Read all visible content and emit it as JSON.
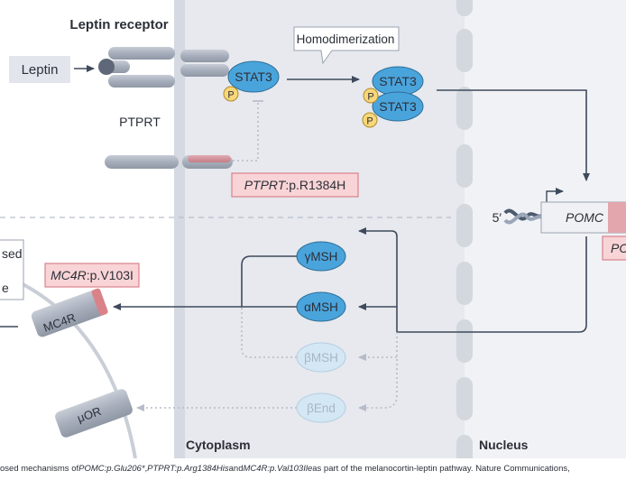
{
  "labels": {
    "leptin": "Leptin",
    "leptin_receptor": "Leptin receptor",
    "stat3": "STAT3",
    "phospho": "P",
    "homodimerization": "Homodimerization",
    "ptprt": "PTPRT",
    "ptprt_variant_gene": "PTPRT",
    "ptprt_variant_change": ":p.R1384H",
    "mc4r_variant_gene": "MC4R",
    "mc4r_variant_change": ":p.V103I",
    "mc4r": "MC4R",
    "mor": "μOR",
    "gamma_msh": "γMSH",
    "alpha_msh": "αMSH",
    "beta_msh": "βMSH",
    "beta_end": "βEnd",
    "five_prime": "5′",
    "pomc": "POMC",
    "pomc_variant_partial": "PC",
    "left_fragment_1": "sed",
    "left_fragment_2": "e",
    "cytoplasm": "Cytoplasm",
    "nucleus": "Nucleus"
  },
  "caption": {
    "part1": "osed mechanisms of ",
    "pomc_var": "POMC:p.Glu206*",
    "sep1": ", ",
    "ptprt_var": "PTPRT:p.Arg1384His",
    "sep2": " and ",
    "mc4r_var": "MC4R:p.Val103Ile",
    "part2": " as part of the melanocortin-leptin pathway. Nature Communications, "
  },
  "colors": {
    "cytoplasm_band": "#e7e9ee",
    "cytoplasm_inner": "#d5d9e1",
    "stat3_fill": "#4aa4dc",
    "stat3_stroke": "#2c6d97",
    "phospho_fill": "#f8d77a",
    "variant_box_fill": "#f9d4d6",
    "variant_box_stroke": "#d9828a",
    "arrow": "#3e4a5c"
  }
}
